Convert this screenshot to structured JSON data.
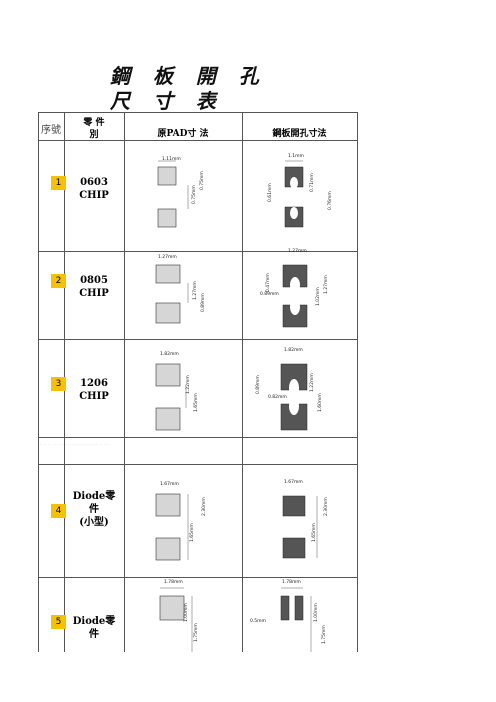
{
  "title": {
    "line1": "鋼 板 開 孔",
    "line2": "尺 寸 表"
  },
  "header": {
    "seq": "序號",
    "part_line1": "零 件",
    "part_line2": "別",
    "original": "原PAD寸 法",
    "stencil": "鋼板開孔寸法"
  },
  "colors": {
    "number_badge": "#f7c000",
    "pad": "#d6d6d6",
    "stencil_pad": "#555555"
  },
  "rows": [
    {
      "num": "1",
      "part": [
        "0603",
        "CHIP"
      ],
      "orig_dims": [
        "1.11mm",
        "0.75mm",
        "0.75mm"
      ],
      "stencil_dims": [
        "1.1mm",
        "0.61mm",
        "0.71mm",
        "0.76mm"
      ]
    },
    {
      "num": "2",
      "part": [
        "0805",
        "CHIP"
      ],
      "orig_dims": [
        "1.27mm",
        "1.27mm",
        "0.89mm"
      ],
      "stencil_dims": [
        "1.27mm",
        "0.47mm",
        "0.89mm",
        "1.27mm",
        "1.02mm"
      ]
    },
    {
      "num": "3",
      "part": [
        "1206",
        "CHIP"
      ],
      "orig_dims": [
        "1.82mm",
        "1.22mm",
        "1.65mm"
      ],
      "stencil_dims": [
        "1.82mm",
        "0.89mm",
        "0.82mm",
        "1.22mm",
        "1.60mm"
      ]
    },
    {
      "num": "4",
      "part": [
        "Diode零",
        "件",
        "(小型)"
      ],
      "orig_dims": [
        "1.67mm",
        "2.30mm",
        "1.65mm"
      ],
      "stencil_dims": [
        "1.67mm",
        "2.30mm",
        "1.65mm"
      ]
    },
    {
      "num": "5",
      "part": [
        "Diode零",
        "件"
      ],
      "orig_dims": [
        "1.78mm",
        "1.00mm",
        "1.75mm"
      ],
      "stencil_dims": [
        "1.78mm",
        "0.5mm",
        "1.00mm",
        "1.75mm"
      ]
    }
  ]
}
